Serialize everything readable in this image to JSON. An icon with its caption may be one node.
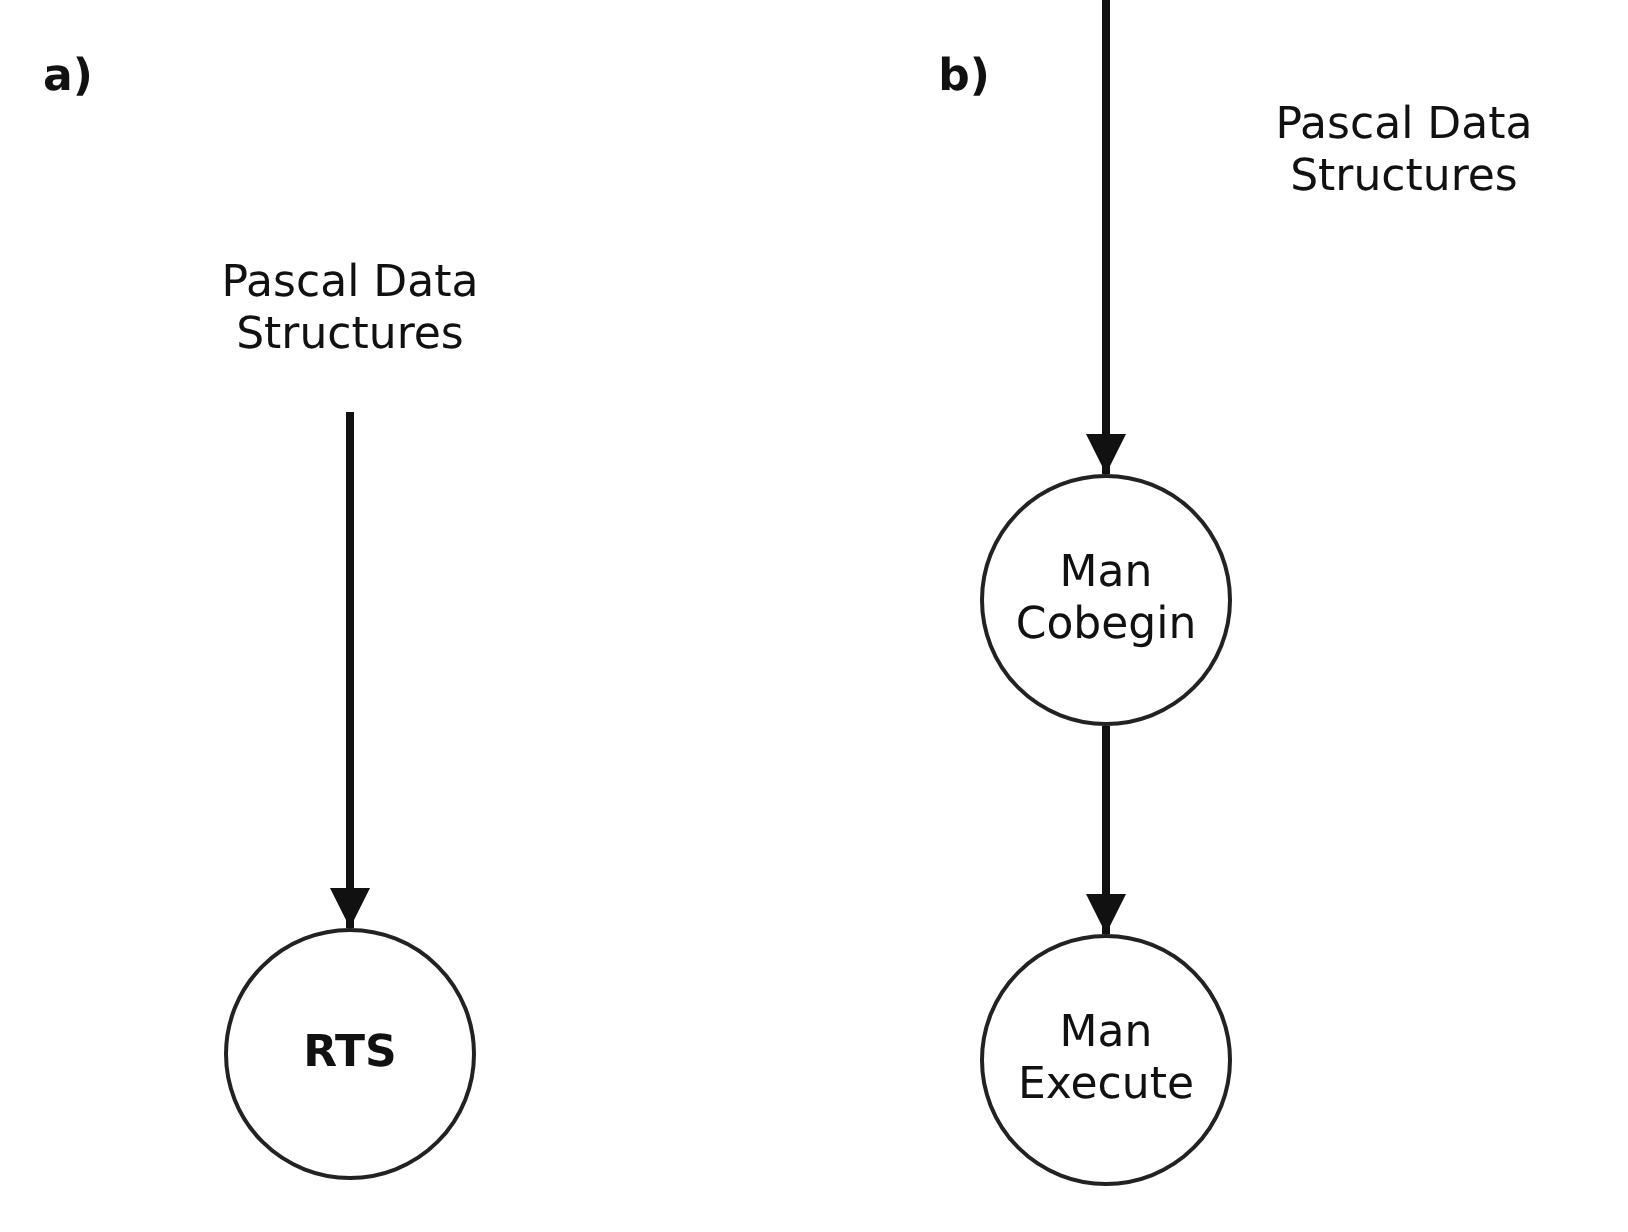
{
  "diagram": {
    "nodes": [
      {
        "text": [
          "Pascal Data Structures"
        ]
      },
      {
        "text": [
          "RTS"
        ]
      },
      {
        "text": [
          "Man Cobegin"
        ]
      },
      {
        "text": [
          "Man Execute"
        ]
      }
    ],
    "edges": [
      {
        "from": 0,
        "to": 1,
        "arrow": "to"
      },
      {
        "from": null,
        "to": 2,
        "arrow": "to"
      },
      {
        "from": 2,
        "to": 3,
        "arrow": "to"
      }
    ],
    "labels": [
      "a)",
      "b)",
      "Pascal Data Structures"
    ]
  }
}
